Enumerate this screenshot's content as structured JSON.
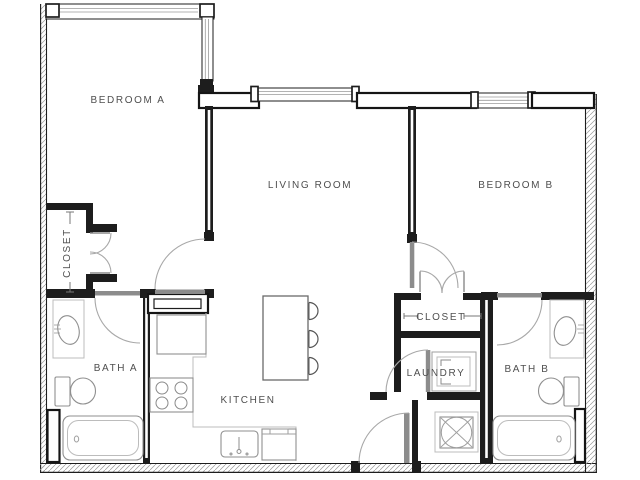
{
  "rooms": {
    "bedroom_a": {
      "label": "BEDROOM A"
    },
    "living_room": {
      "label": "LIVING ROOM"
    },
    "bedroom_b": {
      "label": "BEDROOM B"
    },
    "closet_a": {
      "label": "CLOSET"
    },
    "bath_a": {
      "label": "BATH A"
    },
    "kitchen": {
      "label": "KITCHEN"
    },
    "closet_b": {
      "label": "CLOSET"
    },
    "laundry": {
      "label": "LAUNDRY"
    },
    "bath_b": {
      "label": "BATH B"
    }
  },
  "colors": {
    "wall": "#1d1d1d",
    "label": "#4f4f4f",
    "fixture_outline": "#8f8f8f",
    "door_swing": "#a8a8a8",
    "background": "#ffffff"
  }
}
